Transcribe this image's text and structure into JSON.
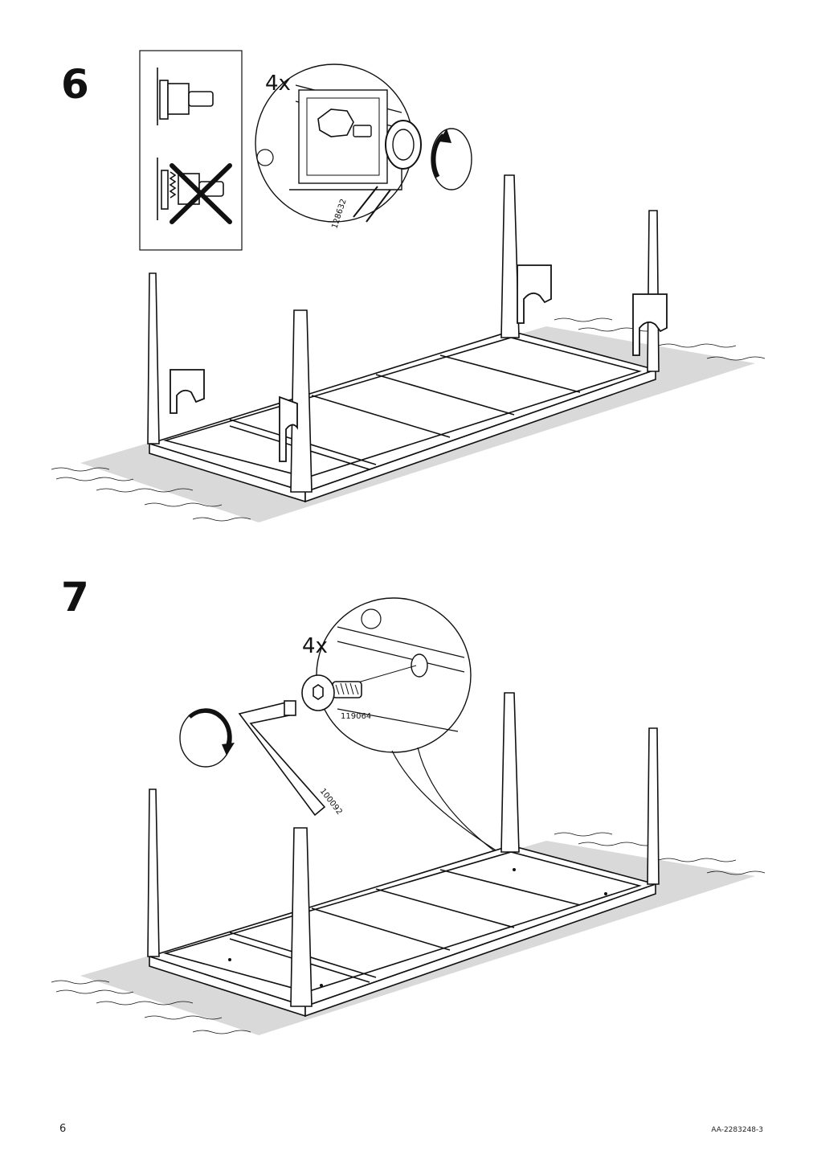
{
  "page": {
    "number": "6",
    "doc_code": "AA-2283248-3"
  },
  "step6": {
    "number": "6",
    "quantity": "4x",
    "part_code": "128632",
    "icons": [
      "bolt-with-washer-correct-icon",
      "bolt-with-loose-washers-wrong-icon",
      "cross-icon",
      "rotate-clockwise-icon",
      "wrench-icon",
      "hand-hold-icon"
    ]
  },
  "step7": {
    "number": "7",
    "quantity": "4x",
    "screw_code": "119064",
    "key_code": "100092",
    "icons": [
      "allen-screw-icon",
      "allen-key-icon",
      "rotate-clockwise-icon"
    ]
  },
  "colors": {
    "rug": "#d9d9d9",
    "line": "#111111",
    "frame": "#ffffff"
  }
}
